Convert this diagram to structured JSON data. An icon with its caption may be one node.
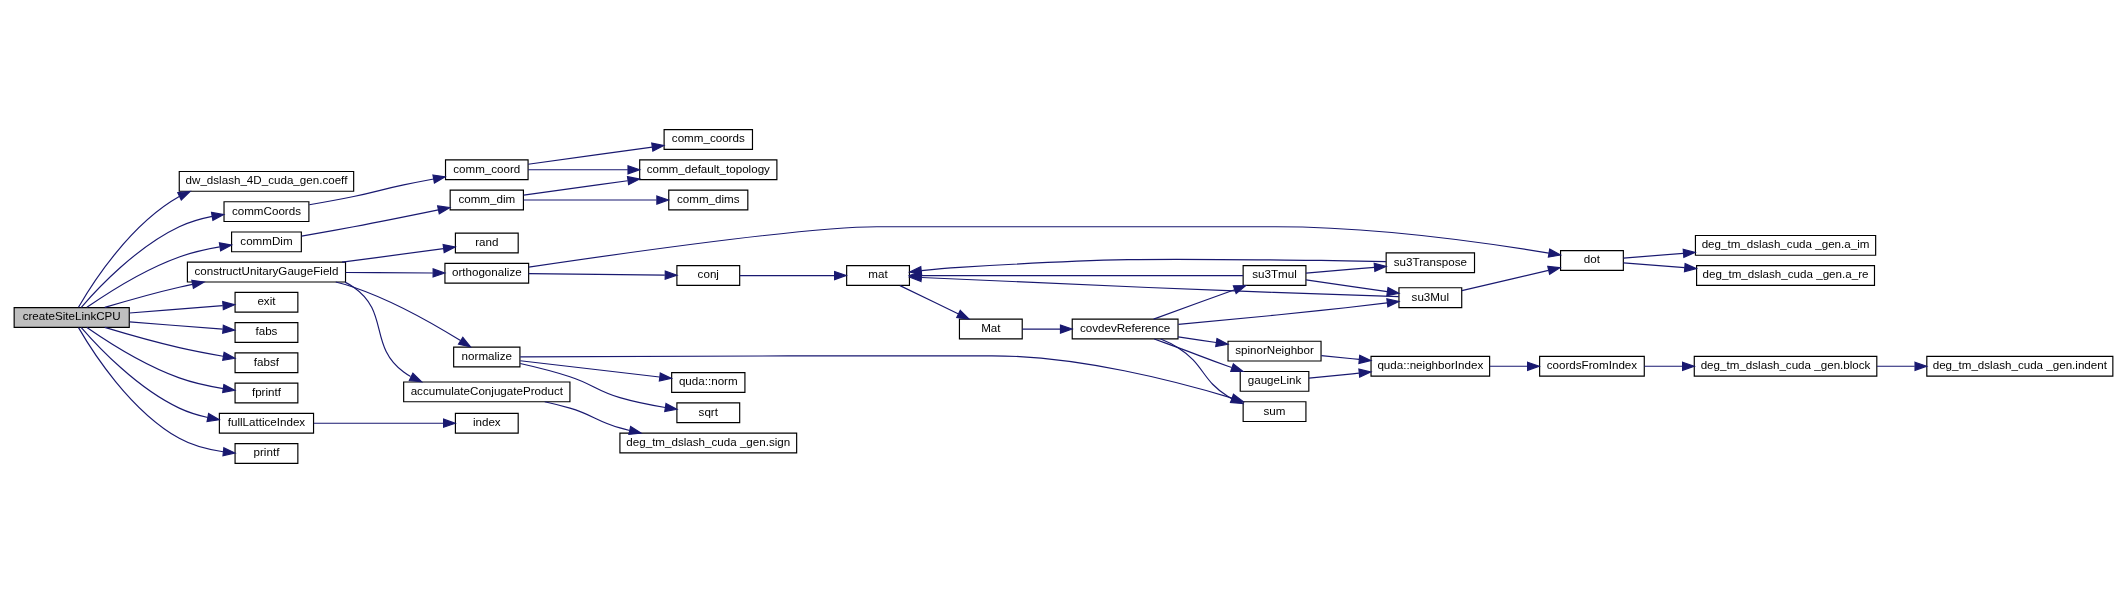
{
  "diagram": {
    "nodes": [
      {
        "text": [
          "createSiteLinkCPU"
        ]
      },
      {
        "text": [
          "dw_dslash_4D_cuda_gen.coeff"
        ]
      },
      {
        "text": [
          "commCoords"
        ]
      },
      {
        "text": [
          "commDim"
        ]
      },
      {
        "text": [
          "constructUnitaryGaugeField"
        ]
      },
      {
        "text": [
          "exit"
        ]
      },
      {
        "text": [
          "fabs"
        ]
      },
      {
        "text": [
          "fabsf"
        ]
      },
      {
        "text": [
          "fprintf"
        ]
      },
      {
        "text": [
          "fullLatticeIndex"
        ]
      },
      {
        "text": [
          "printf"
        ]
      },
      {
        "text": [
          "comm_coord"
        ]
      },
      {
        "text": [
          "comm_dim"
        ]
      },
      {
        "text": [
          "normalize"
        ]
      },
      {
        "text": [
          "orthogonalize"
        ]
      },
      {
        "text": [
          "rand"
        ]
      },
      {
        "text": [
          "accumulateConjugateProduct"
        ]
      },
      {
        "text": [
          "index"
        ]
      },
      {
        "text": [
          "comm_coords"
        ]
      },
      {
        "text": [
          "comm_default_topology"
        ]
      },
      {
        "text": [
          "comm_dims"
        ]
      },
      {
        "text": [
          "quda::norm"
        ]
      },
      {
        "text": [
          "sqrt"
        ]
      },
      {
        "text": [
          "conj"
        ]
      },
      {
        "text": [
          "deg_tm_dslash_cuda _gen.sign"
        ]
      },
      {
        "text": [
          "mat"
        ]
      },
      {
        "text": [
          "Mat"
        ]
      },
      {
        "text": [
          "covdevReference"
        ]
      },
      {
        "text": [
          "sum"
        ]
      },
      {
        "text": [
          "gaugeLink"
        ]
      },
      {
        "text": [
          "spinorNeighbor"
        ]
      },
      {
        "text": [
          "su3Tmul"
        ]
      },
      {
        "text": [
          "su3Transpose"
        ]
      },
      {
        "text": [
          "su3Mul"
        ]
      },
      {
        "text": [
          "quda::neighborIndex"
        ]
      },
      {
        "text": [
          "coordsFromIndex"
        ]
      },
      {
        "text": [
          "dot"
        ]
      },
      {
        "text": [
          "deg_tm_dslash_cuda _gen.block"
        ]
      },
      {
        "text": [
          "deg_tm_dslash_cuda _gen.indent"
        ]
      },
      {
        "text": [
          "deg_tm_dslash_cuda _gen.a_im"
        ]
      },
      {
        "text": [
          "deg_tm_dslash_cuda _gen.a_re"
        ]
      }
    ],
    "edges": [
      {
        "from": 0,
        "to": 1,
        "arrow": "to"
      },
      {
        "from": 0,
        "to": 2,
        "arrow": "to"
      },
      {
        "from": 0,
        "to": 3,
        "arrow": "to"
      },
      {
        "from": 0,
        "to": 4,
        "arrow": "to"
      },
      {
        "from": 0,
        "to": 5,
        "arrow": "to"
      },
      {
        "from": 0,
        "to": 6,
        "arrow": "to"
      },
      {
        "from": 0,
        "to": 7,
        "arrow": "to"
      },
      {
        "from": 0,
        "to": 8,
        "arrow": "to"
      },
      {
        "from": 0,
        "to": 9,
        "arrow": "to"
      },
      {
        "from": 0,
        "to": 10,
        "arrow": "to"
      },
      {
        "from": 2,
        "to": 11,
        "arrow": "to"
      },
      {
        "from": 3,
        "to": 12,
        "arrow": "to"
      },
      {
        "from": 4,
        "to": 13,
        "arrow": "to"
      },
      {
        "from": 4,
        "to": 14,
        "arrow": "to"
      },
      {
        "from": 4,
        "to": 15,
        "arrow": "to"
      },
      {
        "from": 4,
        "to": 16,
        "arrow": "to"
      },
      {
        "from": 9,
        "to": 17,
        "arrow": "to"
      },
      {
        "from": 11,
        "to": 18,
        "arrow": "to"
      },
      {
        "from": 11,
        "to": 19,
        "arrow": "to"
      },
      {
        "from": 12,
        "to": 19,
        "arrow": "to"
      },
      {
        "from": 12,
        "to": 20,
        "arrow": "to"
      },
      {
        "from": 13,
        "to": 28,
        "arrow": "to"
      },
      {
        "from": 13,
        "to": 21,
        "arrow": "to"
      },
      {
        "from": 13,
        "to": 22,
        "arrow": "to"
      },
      {
        "from": 14,
        "to": 23,
        "arrow": "to"
      },
      {
        "from": 14,
        "to": 36,
        "arrow": "to"
      },
      {
        "from": 16,
        "to": 24,
        "arrow": "to"
      },
      {
        "from": 23,
        "to": 25,
        "arrow": "to"
      },
      {
        "from": 25,
        "to": 26,
        "arrow": "to"
      },
      {
        "from": 26,
        "to": 27,
        "arrow": "to"
      },
      {
        "from": 27,
        "to": 28,
        "arrow": "to"
      },
      {
        "from": 27,
        "to": 29,
        "arrow": "to"
      },
      {
        "from": 27,
        "to": 30,
        "arrow": "to"
      },
      {
        "from": 27,
        "to": 31,
        "arrow": "to"
      },
      {
        "from": 27,
        "to": 33,
        "arrow": "to"
      },
      {
        "from": 31,
        "to": 25,
        "arrow": "to"
      },
      {
        "from": 31,
        "to": 32,
        "arrow": "to"
      },
      {
        "from": 31,
        "to": 33,
        "arrow": "to"
      },
      {
        "from": 32,
        "to": 25,
        "arrow": "to"
      },
      {
        "from": 33,
        "to": 25,
        "arrow": "to"
      },
      {
        "from": 33,
        "to": 36,
        "arrow": "to"
      },
      {
        "from": 29,
        "to": 34,
        "arrow": "to"
      },
      {
        "from": 30,
        "to": 34,
        "arrow": "to"
      },
      {
        "from": 34,
        "to": 35,
        "arrow": "to"
      },
      {
        "from": 35,
        "to": 37,
        "arrow": "to"
      },
      {
        "from": 37,
        "to": 38,
        "arrow": "to"
      },
      {
        "from": 36,
        "to": 39,
        "arrow": "to"
      },
      {
        "from": 36,
        "to": 40,
        "arrow": "to"
      }
    ]
  }
}
